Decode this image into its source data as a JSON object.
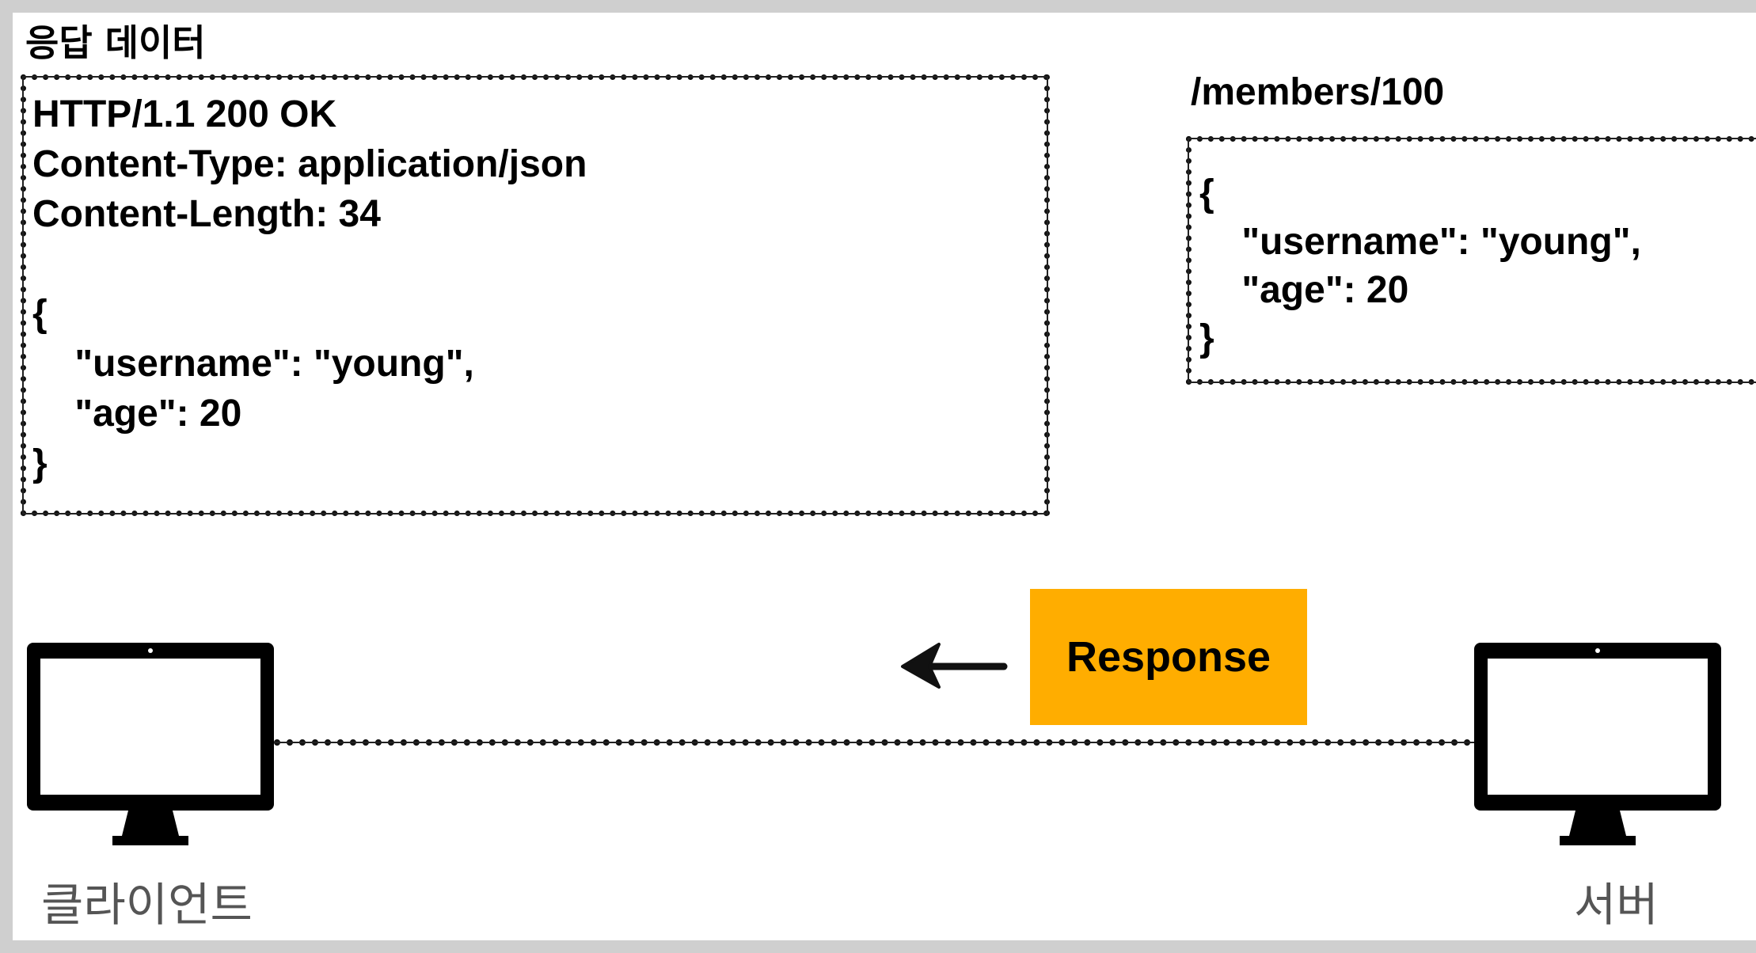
{
  "diagram": {
    "title": "응답 데이터",
    "http_response": {
      "status_line": "HTTP/1.1 200 OK",
      "content_type_header": "Content-Type: application/json",
      "content_length_header": "Content-Length: 34",
      "body_open": "{",
      "body_line_username": "    \"username\": \"young\",",
      "body_line_age": "    \"age\": 20",
      "body_close": "}"
    },
    "resource": {
      "path": "/members/100",
      "body_open": "{",
      "body_line_username": "    \"username\": \"young\",",
      "body_line_age": "    \"age\": 20",
      "body_close": "}"
    },
    "message_label": "Response",
    "client_label": "클라이언트",
    "server_label": "서버",
    "colors": {
      "response_fill": "#ffad00",
      "outline": "#111111",
      "device_label": "#555555",
      "frame": "#cfcfcf"
    },
    "icons": {
      "client": "monitor-icon",
      "server": "monitor-icon",
      "direction": "arrow-left-icon"
    }
  }
}
